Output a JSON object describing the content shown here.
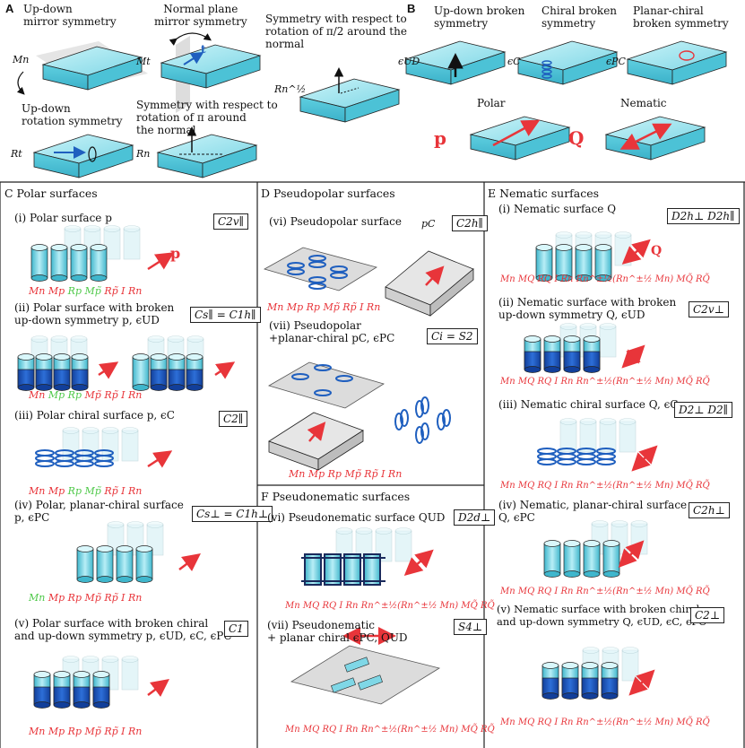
{
  "panelA": {
    "letter": "A",
    "updown_mirror": "Up-down\nmirror symmetry",
    "normal_plane_mirror": "Normal plane\nmirror symmetry",
    "rotation_half_pi": "Symmetry with respect to\nrotation of π/2 around the\nnormal",
    "updown_rotation": "Up-down\nrotation symmetry",
    "rotation_pi": "Symmetry with respect to\nrotation of π around\nthe normal",
    "sym_Mn": "Mn",
    "sym_Mt": "Mt",
    "sym_Rt": "Rt",
    "sym_Rn": "Rn",
    "sym_Rn_half": "Rn^½",
    "vec_t": "t"
  },
  "panelB": {
    "letter": "B",
    "updown_broken": "Up-down broken\nsymmetry",
    "chiral_broken": "Chiral broken\nsymmetry",
    "planar_chiral_broken": "Planar-chiral\nbroken symmetry",
    "eps_UD": "ϵUD",
    "eps_C": "ϵC",
    "eps_PC": "ϵPC",
    "polar": "Polar",
    "nematic": "Nematic",
    "vec_p": "p",
    "vec_Q": "Q"
  },
  "panelC": {
    "title": "C Polar surfaces",
    "i_label": "(i) Polar surface p",
    "i_group": "C2v∥",
    "i_sym": [
      "Mn",
      "Mp",
      "Rp",
      "Mp̃",
      "Rp̃",
      "I",
      "Rn"
    ],
    "ii_label": "(ii) Polar surface with broken\nup-down symmetry p, ϵUD",
    "ii_group": "Cs∥ = C1h∥",
    "ii_sym": [
      "Mn",
      "Mp",
      "Rp",
      "Mp̃",
      "Rp̃",
      "I",
      "Rn"
    ],
    "iii_label": "(iii) Polar chiral surface p, ϵC",
    "iii_group": "C2∥",
    "iii_sym": [
      "Mn",
      "Mp",
      "Rp",
      "Mp̃",
      "Rp̃",
      "I",
      "Rn"
    ],
    "iv_label": "(iv) Polar, planar-chiral surface\np, ϵPC",
    "iv_group": "Cs⊥ = C1h⊥",
    "iv_sym": [
      "Mn",
      "Mp",
      "Rp",
      "Mp̃",
      "Rp̃",
      "I",
      "Rn"
    ],
    "v_label": "(v) Polar surface with broken chiral\nand up-down symmetry p, ϵUD, ϵC, ϵPC",
    "v_group": "C1",
    "v_sym": [
      "Mn",
      "Mp",
      "Rp",
      "Mp̃",
      "Rp̃",
      "I",
      "Rn"
    ]
  },
  "panelD": {
    "title": "D Pseudopolar surfaces",
    "vi_label": "(vi) Pseudopolar surface",
    "vi_vec": "pC",
    "vi_group": "C2h∥",
    "vi_sym": "Mn Mp Rp Mp̃ Rp̃ I Rn",
    "vii_label": "(vii) Pseudopolar\n+planar-chiral pC, ϵPC",
    "vii_group": "Ci = S2",
    "vii_sym": "Mn Mp Rp Mp̃ Rp̃ I Rn"
  },
  "panelE": {
    "title": "E Nematic surfaces",
    "i_label": "(i) Nematic surface Q",
    "i_group": "D2h⊥ D2h∥",
    "i_vec": "Q",
    "i_sym": "Mn MQ RQ I Rn Rn^±½(Rn^±½ Mn) MQ̃ RQ̃",
    "ii_label": "(ii) Nematic surface with broken\nup-down symmetry Q, ϵUD",
    "ii_group": "C2v⊥",
    "ii_sym": "Mn MQ RQ I Rn Rn^±½(Rn^±½ Mn) MQ̃ RQ̃",
    "iii_label": "(iii) Nematic chiral surface Q, ϵC",
    "iii_group": "D2⊥ D2∥",
    "iii_sym": "Mn MQ RQ I Rn Rn^±½(Rn^±½ Mn) MQ̃ RQ̃",
    "iv_label": "(iv) Nematic, planar-chiral surface\nQ, ϵPC",
    "iv_group": "C2h⊥",
    "iv_sym": "Mn MQ RQ I Rn Rn^±½(Rn^±½ Mn) MQ̃ RQ̃",
    "v_label": "(v) Nematic surface with broken chiral\nand up-down symmetry Q, ϵUD, ϵC, ϵPC",
    "v_group": "C2⊥",
    "v_sym": "Mn MQ RQ I Rn Rn^±½(Rn^±½ Mn) MQ̃ RQ̃"
  },
  "panelF": {
    "title": "F Pseudonematic surfaces",
    "vi_label": "(vi) Pseudonematic surface QUD",
    "vi_group": "D2d⊥",
    "vi_sym": "Mn MQ RQ I Rn Rn^±½(Rn^±½ Mn) MQ̃ RQ̃",
    "vii_label": "(vii) Pseudonematic\n+ planar chiral ϵPC, QUD",
    "vii_group": "S4⊥",
    "vii_sym": "Mn MQ RQ I Rn Rn^±½(Rn^±½ Mn) MQ̃ RQ̃"
  },
  "colors": {
    "slab_top": "#9ee4ee",
    "slab_side": "#56c9dc",
    "red": "#e8353a",
    "green": "#4fc94a",
    "blue": "#1f5fbf"
  }
}
